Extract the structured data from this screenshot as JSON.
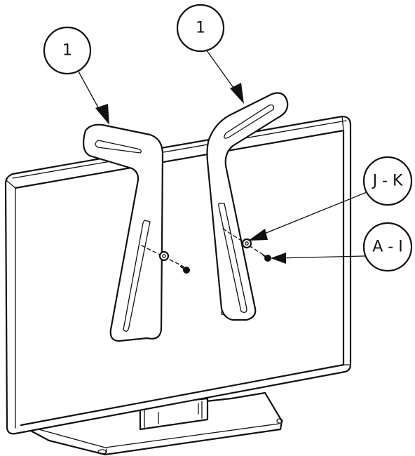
{
  "callouts": {
    "bracket_left": "1",
    "bracket_right": "1",
    "washers": "J - K",
    "screws": "A - I"
  }
}
